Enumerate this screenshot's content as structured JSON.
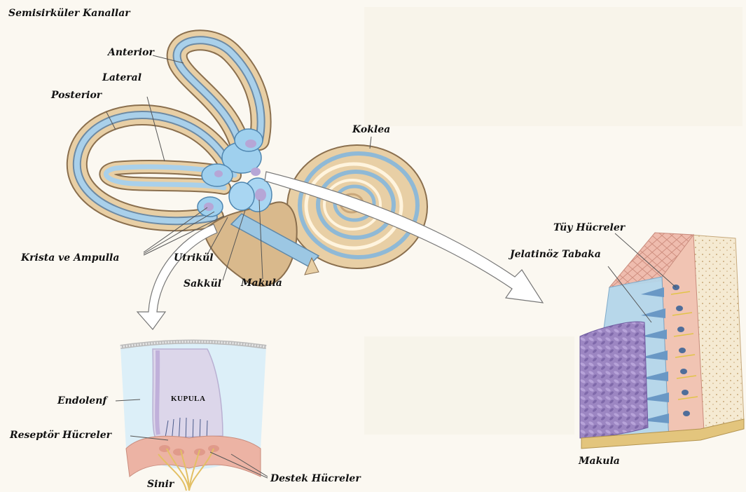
{
  "labels": {
    "semicircular_canals": "Semisirküler Kanallar",
    "anterior": "Anterior",
    "lateral": "Lateral",
    "posterior": "Posterior",
    "cochlea": "Koklea",
    "crista_ampulla": "Krista ve Ampulla",
    "utricle": "Utrikül",
    "saccule": "Sakkül",
    "macula_top": "Makula",
    "hair_cells": "Tüy Hücreler",
    "gelatinous_layer": "Jelatinöz Tabaka",
    "endolymph": "Endolenf",
    "cupula": "KUPULA",
    "receptor_cells": "Reseptör Hücreler",
    "nerve": "Sinir",
    "support_cells": "Destek Hücreler",
    "macula_bottom": "Makula"
  },
  "colors": {
    "background": "#fbf8f1",
    "endolymph_blue": "#9cc7e3",
    "bone_tan": "#e8cfa5",
    "bone_outline": "#8a6f4e",
    "otolith_purple": "#a993c9",
    "tissue_pink": "#ecb3a4",
    "cupula_lavender": "#dcd6ea",
    "nerve_yellow": "#e8c860"
  }
}
